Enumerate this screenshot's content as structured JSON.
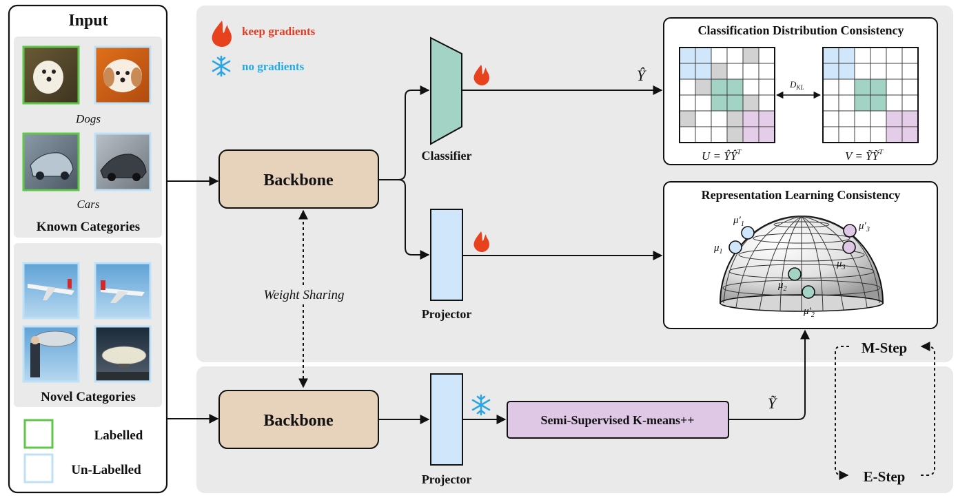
{
  "input_panel": {
    "title": "Input",
    "dogs_label": "Dogs",
    "cars_label": "Cars",
    "known_label": "Known Categories",
    "novel_label": "Novel Categories",
    "legend_labelled": "Labelled",
    "legend_unlabelled": "Un-Labelled"
  },
  "gradient_legend": {
    "keep": "keep gradients",
    "none": "no gradients"
  },
  "top_branch": {
    "backbone": "Backbone",
    "classifier": "Classifier",
    "projector": "Projector",
    "y_hat": "Ŷ"
  },
  "weight_sharing": "Weight Sharing",
  "bottom_branch": {
    "backbone": "Backbone",
    "projector": "Projector",
    "kmeans": "Semi-Supervised K-means++",
    "y_tilde": "Ỹ"
  },
  "cdc": {
    "title": "Classification Distribution Consistency",
    "dkl": "D",
    "dkl_sub": "KL",
    "u_eq": "U = ŶŶ",
    "u_sup": "T",
    "v_eq": "V = ỸỸ",
    "v_sup": "T"
  },
  "rlc": {
    "title": "Representation Learning Consistency",
    "mu1": "μ",
    "mu1_sub": "1",
    "mu1p": "μ′",
    "mu1p_sub": "1",
    "mu2": "μ",
    "mu2_sub": "2",
    "mu2p": "μ′",
    "mu2p_sub": "2",
    "mu3": "μ",
    "mu3_sub": "3",
    "mu3p": "μ′",
    "mu3p_sub": "3"
  },
  "em": {
    "m_step": "M-Step",
    "e_step": "E-Step"
  },
  "colors": {
    "panel_bg": "#eaeaea",
    "backbone_fill": "#e7d3bb",
    "classifier_fill": "#a3d3c4",
    "projector_fill": "#cfe6fb",
    "kmeans_fill": "#dfc8e6",
    "labelled_border": "#5fc64a",
    "unlabelled_border": "#bfe1f7",
    "flame": "#e8411e",
    "snow": "#2aa6e0",
    "keep_text": "#e23c25",
    "no_text": "#27a9e1"
  }
}
